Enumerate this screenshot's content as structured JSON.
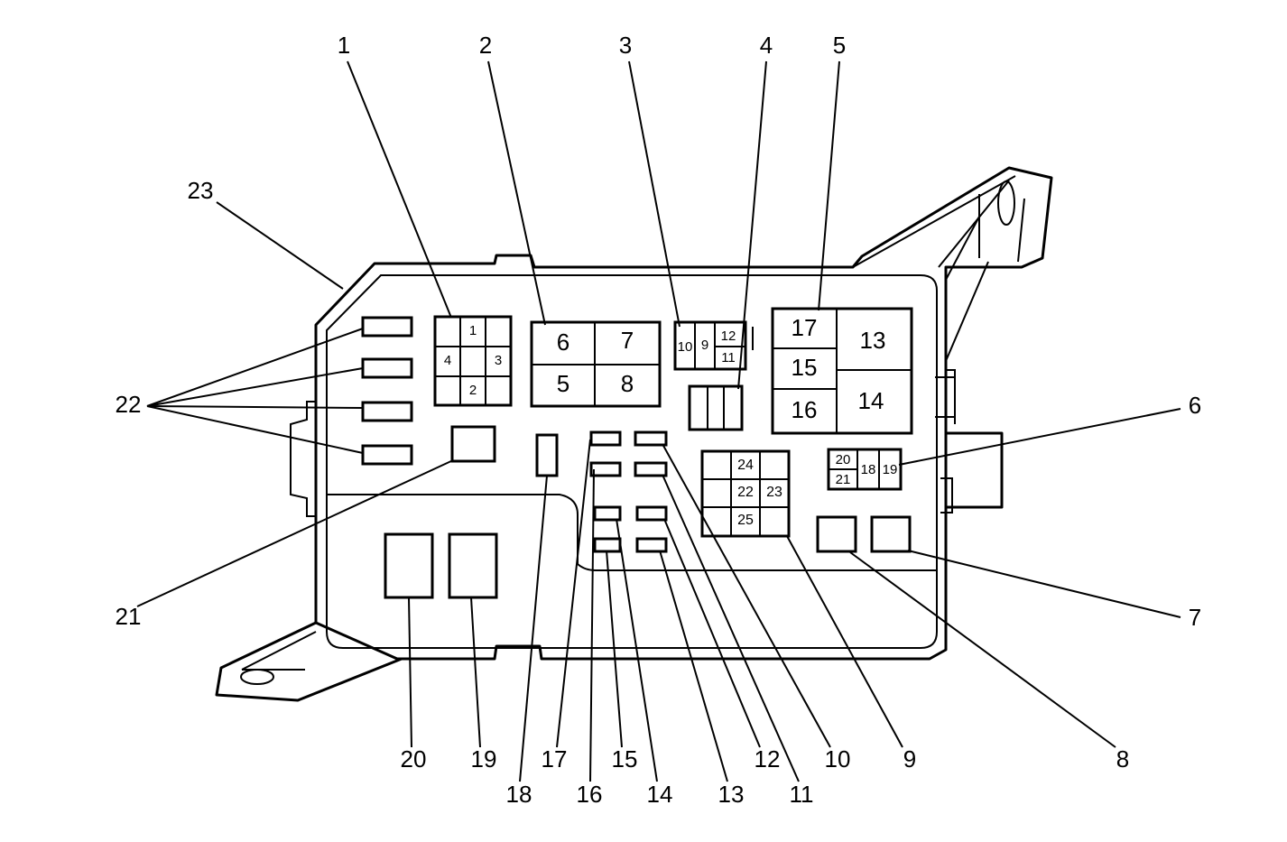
{
  "callouts": {
    "c1": "1",
    "c2": "2",
    "c3": "3",
    "c4": "4",
    "c5": "5",
    "c6": "6",
    "c7": "7",
    "c8": "8",
    "c9": "9",
    "c10": "10",
    "c11": "11",
    "c12": "12",
    "c13": "13",
    "c14": "14",
    "c15": "15",
    "c16": "16",
    "c17": "17",
    "c18": "18",
    "c19": "19",
    "c20": "20",
    "c21": "21",
    "c22": "22",
    "c23": "23"
  },
  "block1": {
    "top": "1",
    "left": "4",
    "right": "3",
    "bottom": "2"
  },
  "block2": {
    "a": "6",
    "b": "7",
    "c": "5",
    "d": "8"
  },
  "block3": {
    "a": "10",
    "b": "9",
    "c": "12",
    "d": "11"
  },
  "block5": {
    "a": "17",
    "b": "15",
    "c": "16",
    "d": "13",
    "e": "14"
  },
  "block6": {
    "a": "20",
    "b": "21",
    "c": "18",
    "d": "19"
  },
  "block9": {
    "a": "24",
    "b": "22",
    "c": "23",
    "d": "25"
  }
}
